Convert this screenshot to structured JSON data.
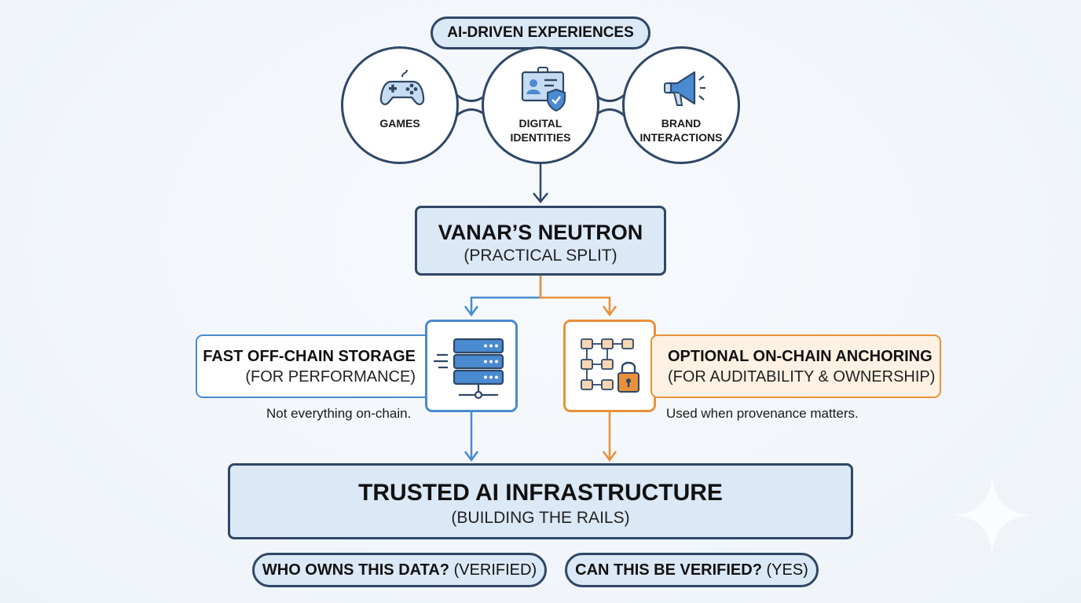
{
  "header": {
    "label": "AI-DRIVEN EXPERIENCES"
  },
  "experiences": [
    {
      "label_lines": [
        "GAMES"
      ],
      "icon": "gamepad-icon"
    },
    {
      "label_lines": [
        "DIGITAL",
        "IDENTITIES"
      ],
      "icon": "id-badge-shield-icon"
    },
    {
      "label_lines": [
        "BRAND",
        "INTERACTIONS"
      ],
      "icon": "megaphone-icon"
    }
  ],
  "neutron": {
    "title": "VANAR’S NEUTRON",
    "subtitle": "(PRACTICAL SPLIT)"
  },
  "offchain": {
    "title": "FAST OFF-CHAIN STORAGE",
    "subtitle": "(FOR PERFORMANCE)",
    "note": "Not everything on-chain.",
    "icon": "server-stack-icon"
  },
  "onchain": {
    "title": "OPTIONAL ON-CHAIN ANCHORING",
    "subtitle": "(FOR AUDITABILITY & OWNERSHIP)",
    "note": "Used when provenance matters.",
    "icon": "blockchain-lock-icon"
  },
  "infrastructure": {
    "title": "TRUSTED AI INFRASTRUCTURE",
    "subtitle": "(BUILDING THE RAILS)"
  },
  "questions": [
    {
      "question": "WHO OWNS THIS DATA?",
      "answer": "(VERIFIED)"
    },
    {
      "question": "CAN THIS BE VERIFIED?",
      "answer": "(YES)"
    }
  ],
  "colors": {
    "navy": "#2f4766",
    "blue_accent": "#4a8ad0",
    "orange_accent": "#e8913a",
    "box_fill": "#dbe8f6"
  }
}
